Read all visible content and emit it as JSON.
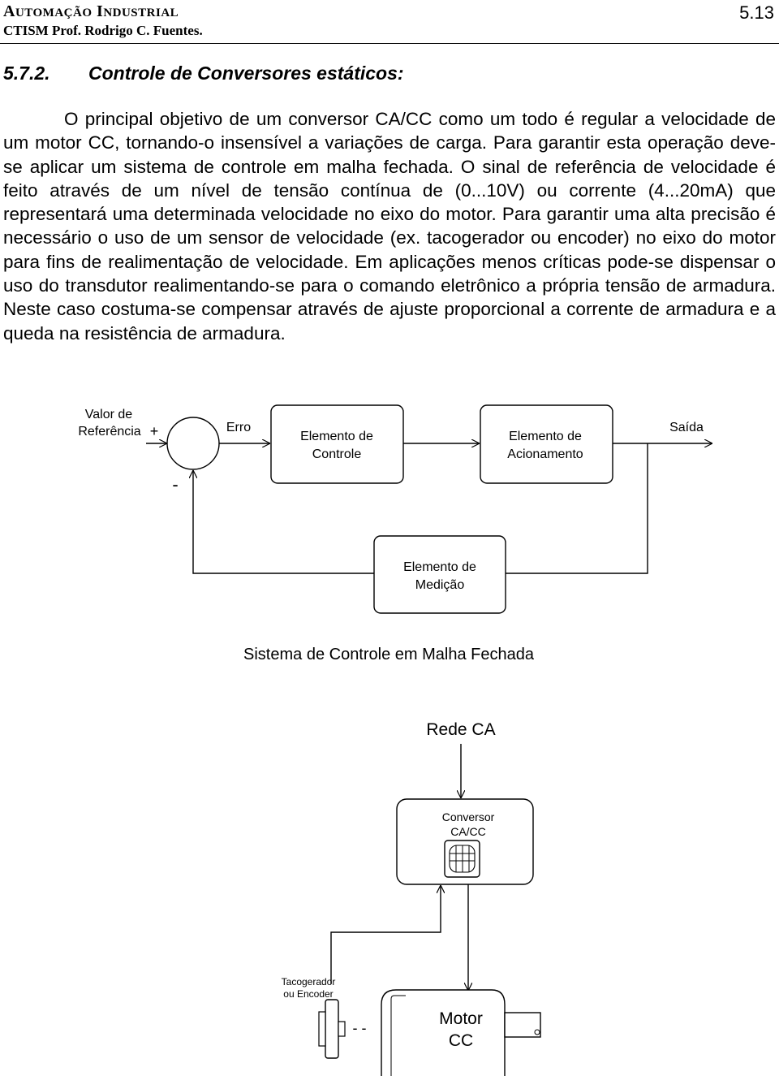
{
  "header": {
    "title_cap1": "A",
    "title_rest1": "UTOMAÇÃO",
    "title_cap2": "I",
    "title_rest2": "NDUSTRIAL",
    "subtitle": "CTISM Prof. Rodrigo C. Fuentes.",
    "page_number": "5.13"
  },
  "section": {
    "number": "5.7.2.",
    "title": "Controle de Conversores estáticos:"
  },
  "paragraph": "O principal objetivo de um conversor CA/CC como um todo é regular a velocidade de um motor CC, tornando-o insensível a variações de carga. Para garantir esta operação deve-se aplicar um sistema de controle em malha fechada. O sinal de referência de velocidade é feito através de um nível de tensão contínua de (0...10V) ou corrente (4...20mA) que representará uma determinada velocidade no eixo do motor. Para garantir uma alta precisão é necessário o uso de um sensor de velocidade (ex. tacogerador ou encoder) no eixo do motor para fins de realimentação de velocidade. Em aplicações menos críticas pode-se dispensar o uso do transdutor realimentando-se para o comando eletrônico a própria tensão de armadura. Neste caso costuma-se compensar através de ajuste proporcional a corrente de armadura e a queda na resistência de armadura.",
  "block_diagram": {
    "input_label_line1": "Valor de",
    "input_label_line2": "Referência",
    "plus_sign": "+",
    "minus_sign": "-",
    "error_label": "Erro",
    "controller_line1": "Elemento de",
    "controller_line2": "Controle",
    "actuator_line1": "Elemento de",
    "actuator_line2": "Acionamento",
    "output_label": "Saída",
    "sensor_line1": "Elemento de",
    "sensor_line2": "Medição",
    "caption": "Sistema de Controle em Malha Fechada"
  },
  "drive_diagram": {
    "grid_label": "Rede CA",
    "converter_line1": "Conversor",
    "converter_line2": "CA/CC",
    "tacho_line1": "Tacogerador",
    "tacho_line2": "ou Encoder",
    "motor_line1": "Motor",
    "motor_line2": "CC",
    "coupling_dashes": "- -"
  }
}
